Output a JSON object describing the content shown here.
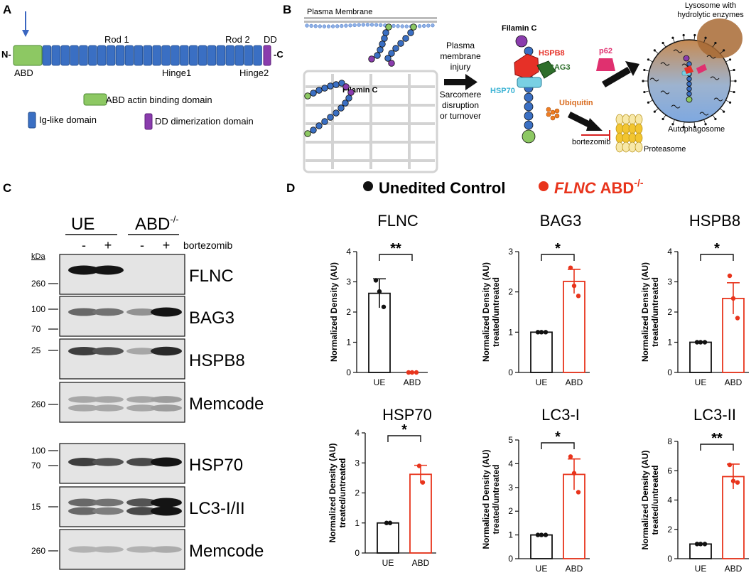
{
  "panels": {
    "a": {
      "letter": "A",
      "n_term": "N-",
      "c_term": "-C",
      "abd": "ABD",
      "rod1": "Rod 1",
      "rod2": "Rod 2",
      "dd": "DD",
      "hinge1": "Hinge1",
      "hinge2": "Hinge2",
      "legend": {
        "abd": "ABD actin binding domain",
        "ig": "Ig-like domain",
        "dd": "DD dimerization domain"
      }
    },
    "b": {
      "letter": "B",
      "plasma_membrane": "Plasma Membrane",
      "filamin_c_left": "Filamin C",
      "filamin_c_right": "Filamin C",
      "trigger": [
        "Plasma",
        "membrane",
        "injury",
        "Sarcomere",
        "disruption",
        "or turnover"
      ],
      "hspb8": "HSPB8",
      "bag3": "BAG3",
      "hsp70": "HSP70",
      "p62": "p62",
      "ubiquitin": "Ubiquitin",
      "bortezomib": "bortezomib",
      "proteasome": "Proteasome",
      "lysosome": [
        "Lysosome with",
        "hydrolytic enzymes"
      ],
      "autophagosome": "Autophagosome"
    },
    "c": {
      "letter": "C",
      "group_ue": "UE",
      "group_abd": "ABD",
      "group_abd_sup": "-/-",
      "treatment": "bortezomib",
      "treat_signs": [
        "-",
        "+",
        "-",
        "+"
      ],
      "kda": "kDa",
      "blots": [
        {
          "label": "FLNC",
          "markers": [
            "260"
          ]
        },
        {
          "label": "BAG3",
          "markers": [
            "100",
            "70"
          ]
        },
        {
          "label": "HSPB8",
          "markers": [
            "25"
          ]
        },
        {
          "label": "Memcode",
          "markers": [
            "260"
          ]
        },
        {
          "label": "HSP70",
          "markers": [
            "100",
            "70"
          ]
        },
        {
          "label": "LC3-I/II",
          "markers": [
            "15"
          ]
        },
        {
          "label": "Memcode",
          "markers": [
            "260"
          ]
        }
      ]
    },
    "d": {
      "letter": "D",
      "legend_control": "Unedited Control",
      "legend_ko_gene": "FLNC",
      "legend_ko_rest": "ABD",
      "legend_ko_sup": "-/-",
      "color_control": "#111111",
      "color_ko": "#e8341c"
    }
  },
  "chart_data": [
    {
      "type": "bar",
      "title": "FLNC",
      "ylabel": "Normalized Density (AU)",
      "categories": [
        "UE",
        "ABD"
      ],
      "values": [
        2.62,
        0.0
      ],
      "error": [
        0.48,
        0.0
      ],
      "points": [
        [
          3.05,
          2.68,
          2.17
        ],
        [
          0.0,
          0.0,
          0.0
        ]
      ],
      "ylim": [
        0,
        4
      ],
      "yticks": [
        "0",
        "1",
        "2",
        "3",
        "4"
      ],
      "significance": "**"
    },
    {
      "type": "bar",
      "title": "BAG3",
      "ylabel": "Normalized Density (AU)\ntreated/untreated",
      "categories": [
        "UE",
        "ABD"
      ],
      "values": [
        1.0,
        2.26
      ],
      "error": [
        0.0,
        0.3
      ],
      "points": [
        [
          1.0,
          1.0,
          1.0
        ],
        [
          2.6,
          2.15,
          1.9
        ]
      ],
      "ylim": [
        0,
        3
      ],
      "yticks": [
        "0",
        "1",
        "2",
        "3"
      ],
      "significance": "*"
    },
    {
      "type": "bar",
      "title": "HSPB8",
      "ylabel": "Normalized Density (AU)\ntreated/untreated",
      "categories": [
        "UE",
        "ABD"
      ],
      "values": [
        1.0,
        2.45
      ],
      "error": [
        0.0,
        0.52
      ],
      "points": [
        [
          1.0,
          1.0,
          1.0
        ],
        [
          3.2,
          2.45,
          1.8
        ]
      ],
      "ylim": [
        0,
        4
      ],
      "yticks": [
        "0",
        "1",
        "2",
        "3",
        "4"
      ],
      "significance": "*"
    },
    {
      "type": "bar",
      "title": "HSP70",
      "ylabel": "Normalized Density (AU)\ntreated/untreated",
      "categories": [
        "UE",
        "ABD"
      ],
      "values": [
        1.0,
        2.62
      ],
      "error": [
        0.0,
        0.3
      ],
      "points": [
        [
          1.0,
          1.0
        ],
        [
          2.9,
          2.35
        ]
      ],
      "ylim": [
        0,
        4
      ],
      "yticks": [
        "0",
        "1",
        "2",
        "3",
        "4"
      ],
      "significance": "*"
    },
    {
      "type": "bar",
      "title": "LC3-I",
      "ylabel": "Normalized Density (AU)\ntreated/untreated",
      "categories": [
        "UE",
        "ABD"
      ],
      "values": [
        1.0,
        3.55
      ],
      "error": [
        0.0,
        0.65
      ],
      "points": [
        [
          1.0,
          1.0,
          1.0
        ],
        [
          4.3,
          3.6,
          2.8
        ]
      ],
      "ylim": [
        0,
        5
      ],
      "yticks": [
        "0",
        "1",
        "2",
        "3",
        "4",
        "5"
      ],
      "significance": "*"
    },
    {
      "type": "bar",
      "title": "LC3-II",
      "ylabel": "Normalized Density (AU)\ntreated/untreated",
      "categories": [
        "UE",
        "ABD"
      ],
      "values": [
        1.0,
        5.6
      ],
      "error": [
        0.0,
        0.85
      ],
      "points": [
        [
          1.0,
          1.0,
          1.0
        ],
        [
          6.4,
          5.3,
          5.2
        ]
      ],
      "ylim": [
        0,
        8
      ],
      "yticks": [
        "0",
        "2",
        "4",
        "6",
        "8"
      ],
      "significance": "**"
    }
  ]
}
